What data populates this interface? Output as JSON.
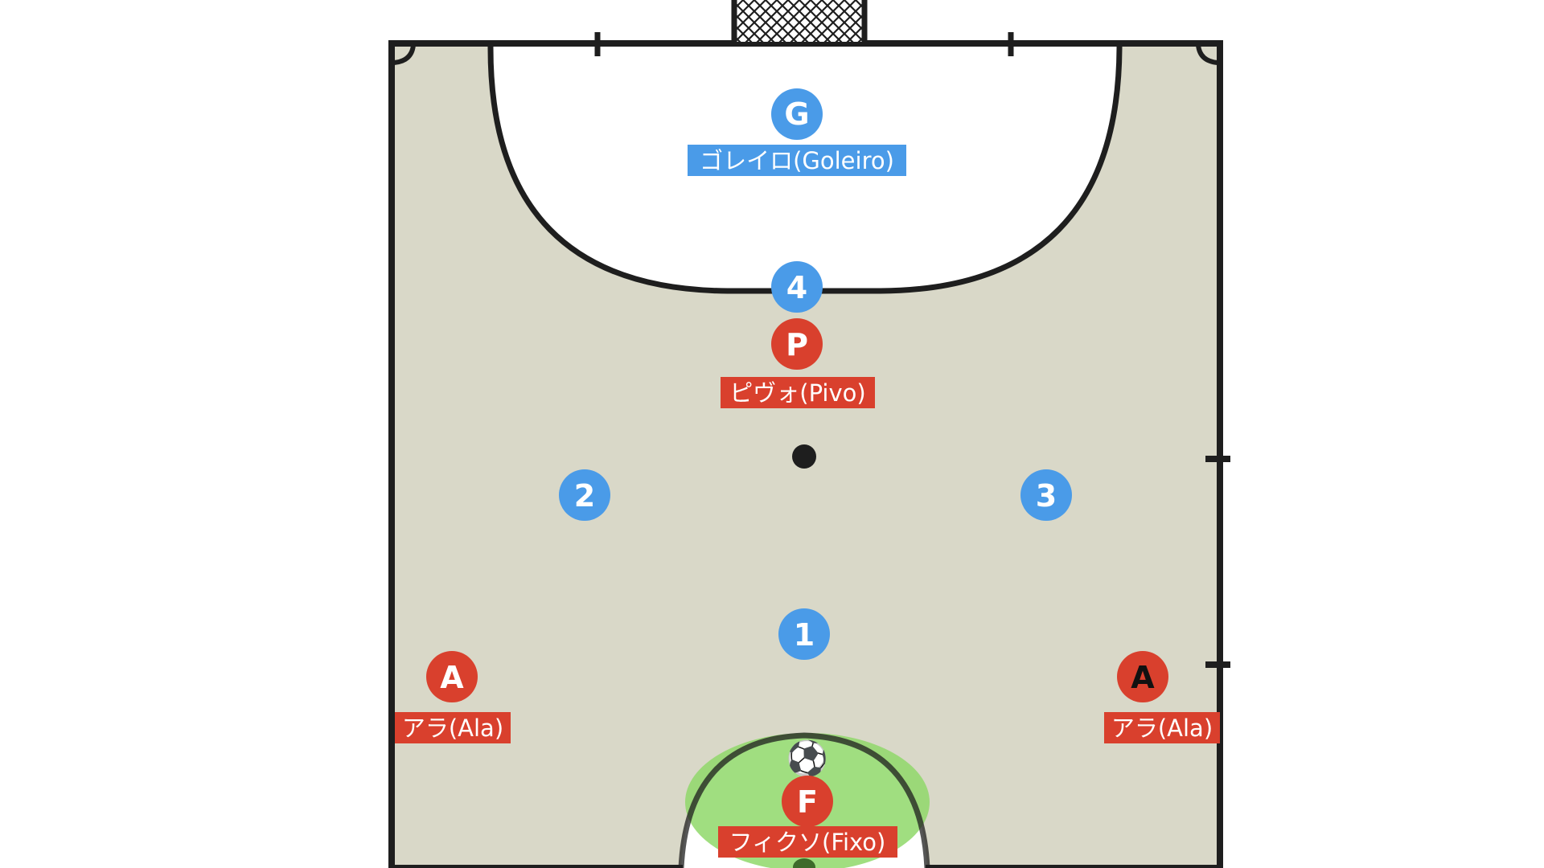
{
  "colors": {
    "court": "#d9d8c8",
    "line": "#1e1e1e",
    "penalty_area": "#ffffff",
    "team_blue": "#4a9be8",
    "team_red": "#d9402d",
    "highlight": "#8fd86a"
  },
  "goal": {
    "icon": "goal-net-icon"
  },
  "ball": {
    "icon": "soccer-ball-icon",
    "glyph": "⚽"
  },
  "blue_team": [
    {
      "id": "G",
      "label": "ゴレイロ(Goleiro)"
    },
    {
      "id": "4",
      "label": ""
    },
    {
      "id": "2",
      "label": ""
    },
    {
      "id": "3",
      "label": ""
    },
    {
      "id": "1",
      "label": ""
    }
  ],
  "red_team": [
    {
      "id": "P",
      "label": "ピヴォ(Pivo)"
    },
    {
      "id": "A",
      "label": "アラ(Ala)",
      "side": "left"
    },
    {
      "id": "A",
      "label": "アラ(Ala)",
      "side": "right",
      "letter_color": "#111111"
    },
    {
      "id": "F",
      "label": "フィクソ(Fixo)"
    }
  ]
}
